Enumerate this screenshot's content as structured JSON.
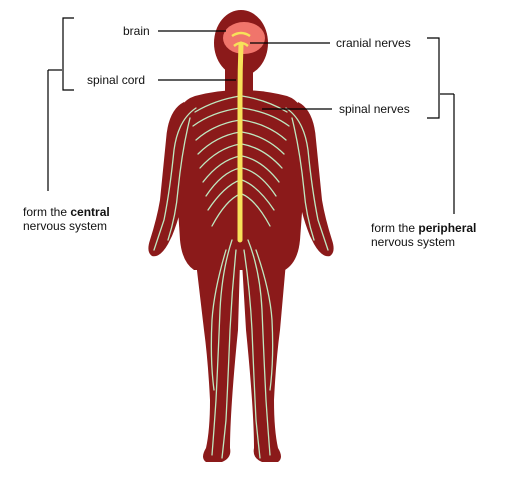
{
  "labels": {
    "brain": "brain",
    "spinal_cord": "spinal cord",
    "cranial_nerves": "cranial nerves",
    "spinal_nerves": "spinal nerves"
  },
  "notes": {
    "central": {
      "prefix": "form the ",
      "bold": "central",
      "line2": "nervous system"
    },
    "peripheral": {
      "prefix": "form the ",
      "bold": "peripheral",
      "line2": "nervous system"
    }
  },
  "colors": {
    "body": "#8b1a1a",
    "brain": "#f0756b",
    "spinal_cord": "#f7e25a",
    "nerves": "#bfe8c0",
    "leader_lines": "#000000"
  }
}
